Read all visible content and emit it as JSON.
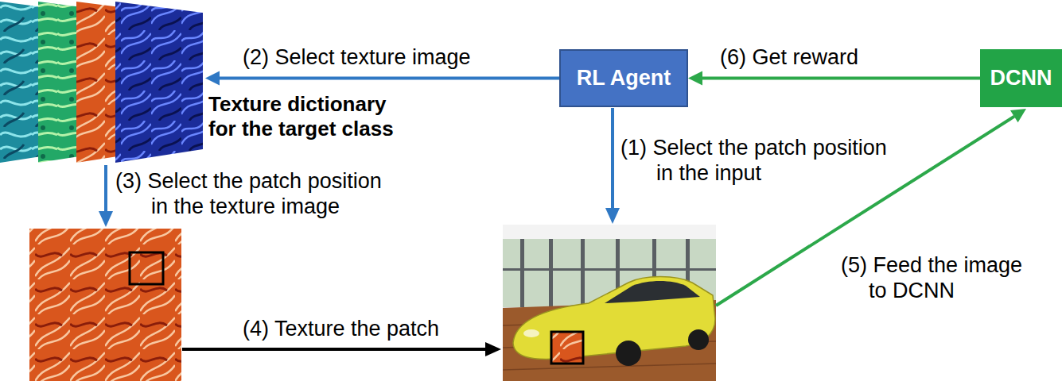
{
  "diagram": {
    "nodes": [
      {
        "text": [
          "Texture dictionary for the target class"
        ]
      },
      {
        "text": [
          "RL Agent"
        ]
      },
      {
        "text": [
          "DCNN"
        ]
      }
    ],
    "edges": [
      {
        "from": 1,
        "to": 0,
        "label": "(2) Select texture image",
        "arrow": "to"
      },
      {
        "from": 2,
        "to": 1,
        "label": "(6) Get reward",
        "arrow": "to"
      }
    ],
    "labels": [
      "(1) Select the patch position in the input",
      "(3) Select the patch position in the texture image",
      "(4) Texture the patch",
      "(5) Feed the image to DCNN"
    ]
  }
}
